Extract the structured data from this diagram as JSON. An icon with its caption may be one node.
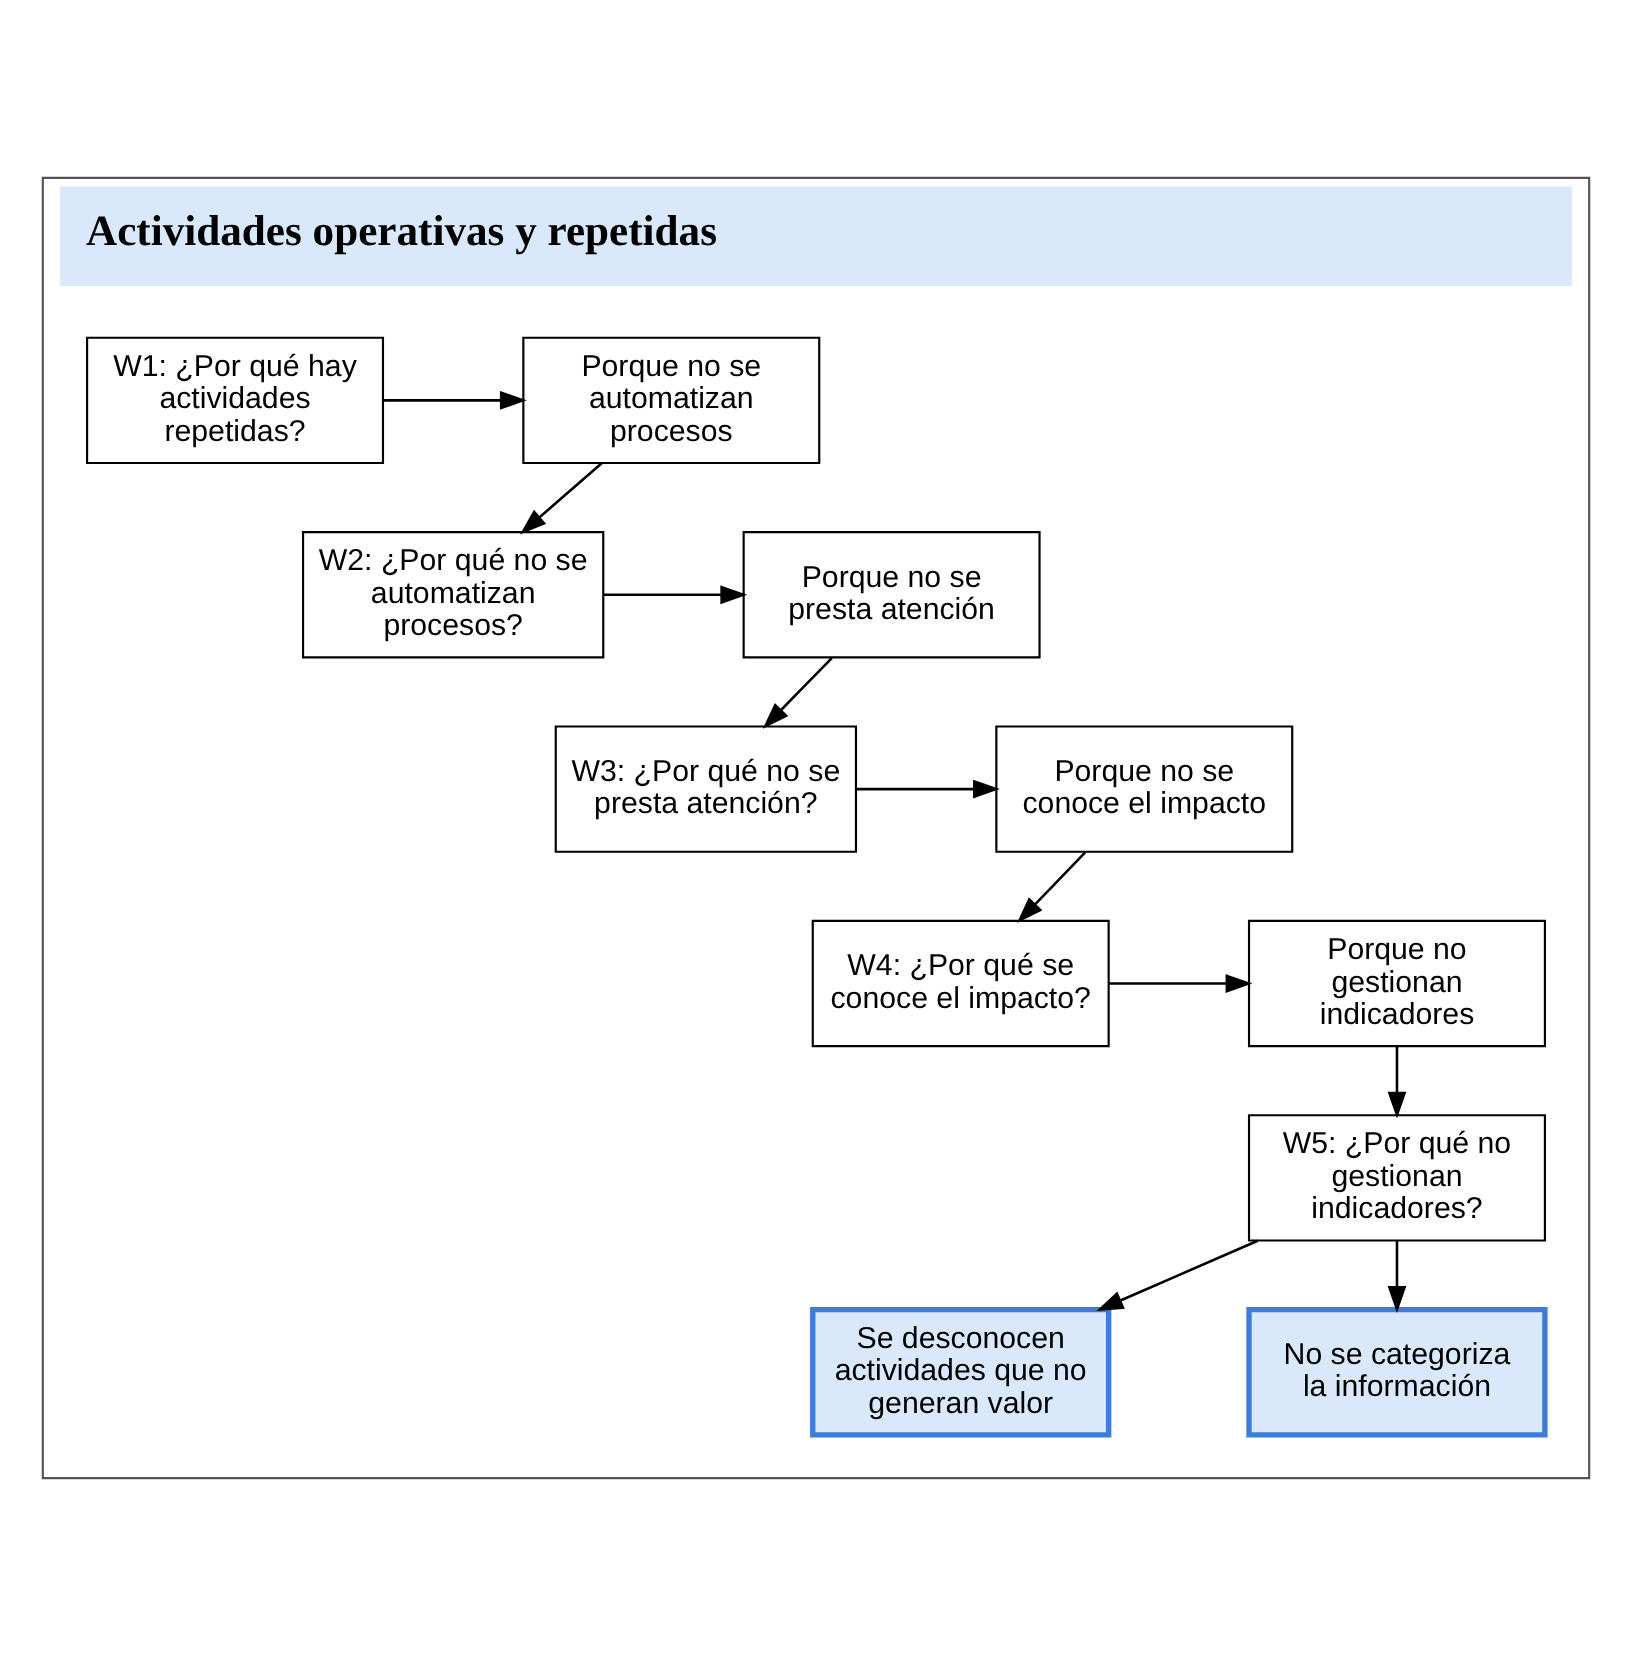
{
  "diagram": {
    "nodes": [
      {
        "text": [
          "Actividades operativas y repetidas"
        ]
      },
      {
        "text": [
          "W1: ¿Por qué hay actividades repetidas?"
        ],
        "in": 0
      },
      {
        "text": [
          "Porque no se automatizan procesos"
        ],
        "in": 0
      },
      {
        "text": [
          "W2: ¿Por qué no se automatizan procesos?"
        ],
        "in": 0
      },
      {
        "text": [
          "Porque no se presta atención"
        ],
        "in": 0
      },
      {
        "text": [
          "W3: ¿Por qué no se presta atención?"
        ],
        "in": 0
      },
      {
        "text": [
          "Porque no se conoce el impacto"
        ],
        "in": 0
      },
      {
        "text": [
          "W4: ¿Por qué se conoce el impacto?"
        ],
        "in": 0
      },
      {
        "text": [
          "Porque no gestionan indicadores"
        ],
        "in": 0
      },
      {
        "text": [
          "Se desconocen actividades que no generan valor"
        ],
        "in": 0
      },
      {
        "text": [
          "W5: ¿Por qué no gestionan indicadores?"
        ],
        "in": 0
      },
      {
        "text": [
          "No se categoriza la información"
        ],
        "in": 0
      }
    ],
    "edges": [
      {
        "from": 1,
        "to": 2,
        "arrow": "to"
      },
      {
        "from": 2,
        "to": 3,
        "arrow": "to"
      },
      {
        "from": 3,
        "to": 4,
        "arrow": "to"
      },
      {
        "from": 4,
        "to": 5,
        "arrow": "to"
      },
      {
        "from": 5,
        "to": 6,
        "arrow": "to"
      },
      {
        "from": 6,
        "to": 7,
        "arrow": "to"
      },
      {
        "from": 7,
        "to": 8,
        "arrow": "to"
      },
      {
        "from": 8,
        "to": 10,
        "arrow": "to"
      },
      {
        "from": 10,
        "to": 9,
        "arrow": "to"
      },
      {
        "from": 10,
        "to": 11,
        "arrow": "to"
      }
    ]
  }
}
